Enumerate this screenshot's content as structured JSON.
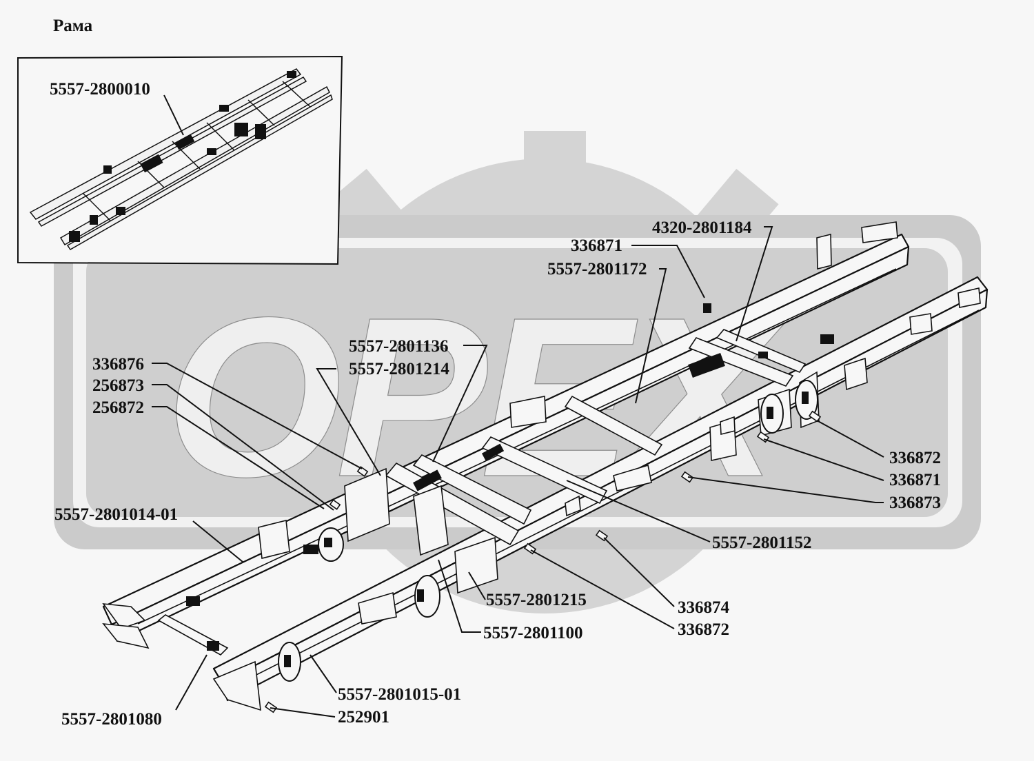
{
  "title": "Рама",
  "inset_label": "5557-2800010",
  "watermark": "ОРЕХ",
  "callouts": {
    "c336871a": "336871",
    "c4320": "4320-2801184",
    "c1172": "5557-2801172",
    "c1136": "5557-2801136",
    "c1214": "5557-2801214",
    "c336876": "336876",
    "c256873": "256873",
    "c256872": "256872",
    "c1014": "5557-2801014-01",
    "c336872a": "336872",
    "c336871b": "336871",
    "c336873": "336873",
    "c1152": "5557-2801152",
    "c1215": "5557-2801215",
    "c336874": "336874",
    "c336872b": "336872",
    "c1100": "5557-2801100",
    "c1015": "5557-2801015-01",
    "c1080": "5557-2801080",
    "c252901": "252901"
  }
}
